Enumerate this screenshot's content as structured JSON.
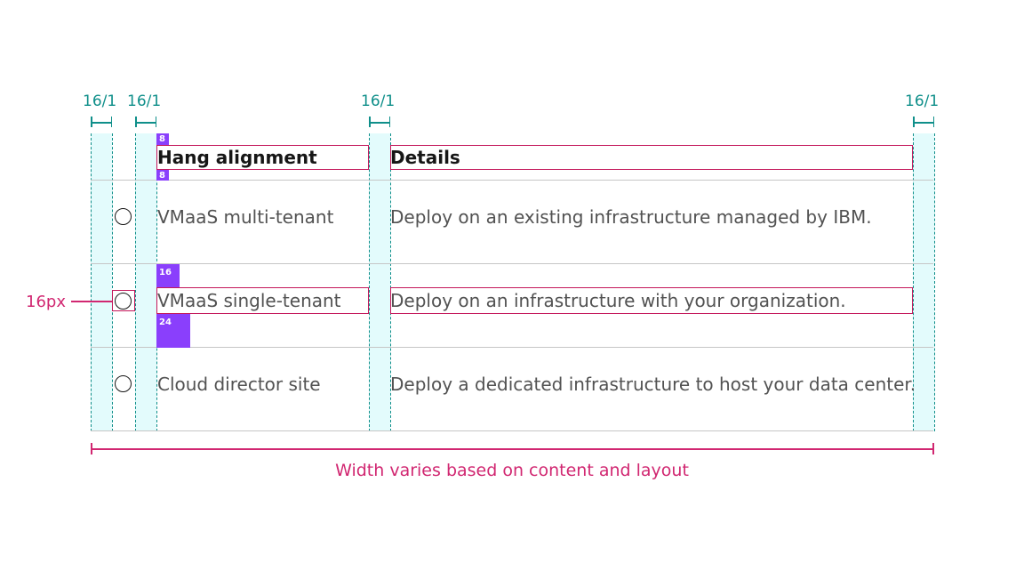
{
  "spacing_labels": {
    "gutter_1": "16/1",
    "gutter_2": "16/1",
    "gutter_3": "16/1",
    "gutter_4": "16/1"
  },
  "table": {
    "headers": [
      "Hang alignment",
      "Details"
    ],
    "rows": [
      {
        "option": "VMaaS multi-tenant",
        "details": "Deploy on an existing infrastructure managed by IBM."
      },
      {
        "option": "VMaaS single-tenant",
        "details": "Deploy on an infrastructure with your organization."
      },
      {
        "option": "Cloud director site",
        "details": "Deploy a dedicated infrastructure to host your data center."
      }
    ]
  },
  "spec_tags": {
    "header_top": "8",
    "header_bottom": "8",
    "row_top": "16",
    "row_bottom": "24"
  },
  "annotations": {
    "radio_size": "16px",
    "width_note": "Width varies based on content and layout"
  },
  "colors": {
    "gutter_fill": "#e3fbfc",
    "teal": "#0f8f8a",
    "magenta": "#d12771",
    "purple": "#8a3ffc",
    "divider": "#c6c6c6"
  }
}
